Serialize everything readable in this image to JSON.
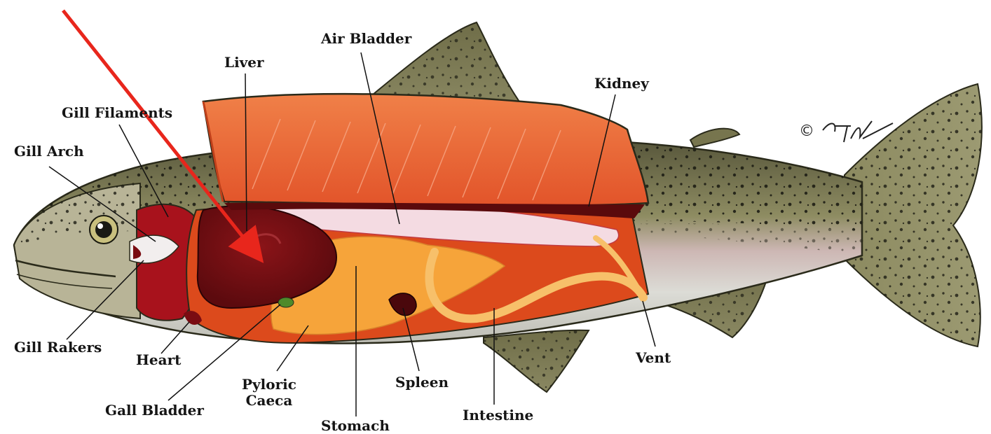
{
  "labels": {
    "air_bladder": "Air Bladder",
    "liver": "Liver",
    "kidney": "Kidney",
    "gill_filaments": "Gill Filaments",
    "gill_arch": "Gill Arch",
    "gill_rakers": "Gill Rakers",
    "heart": "Heart",
    "gall_bladder": "Gall Bladder",
    "pyloric_caeca_line1": "Pyloric",
    "pyloric_caeca_line2": "Caeca",
    "stomach": "Stomach",
    "spleen": "Spleen",
    "intestine": "Intestine",
    "vent": "Vent"
  },
  "signature": "©",
  "colors": {
    "arrow": "#e8261c",
    "flesh": "#e8612e",
    "cavity": "#dc4a1c",
    "liver": "#7a0c12",
    "gill": "#a8121c",
    "caeca": "#f6a43a",
    "body_dark": "#6b6a44",
    "belly": "#d9d9d2"
  }
}
